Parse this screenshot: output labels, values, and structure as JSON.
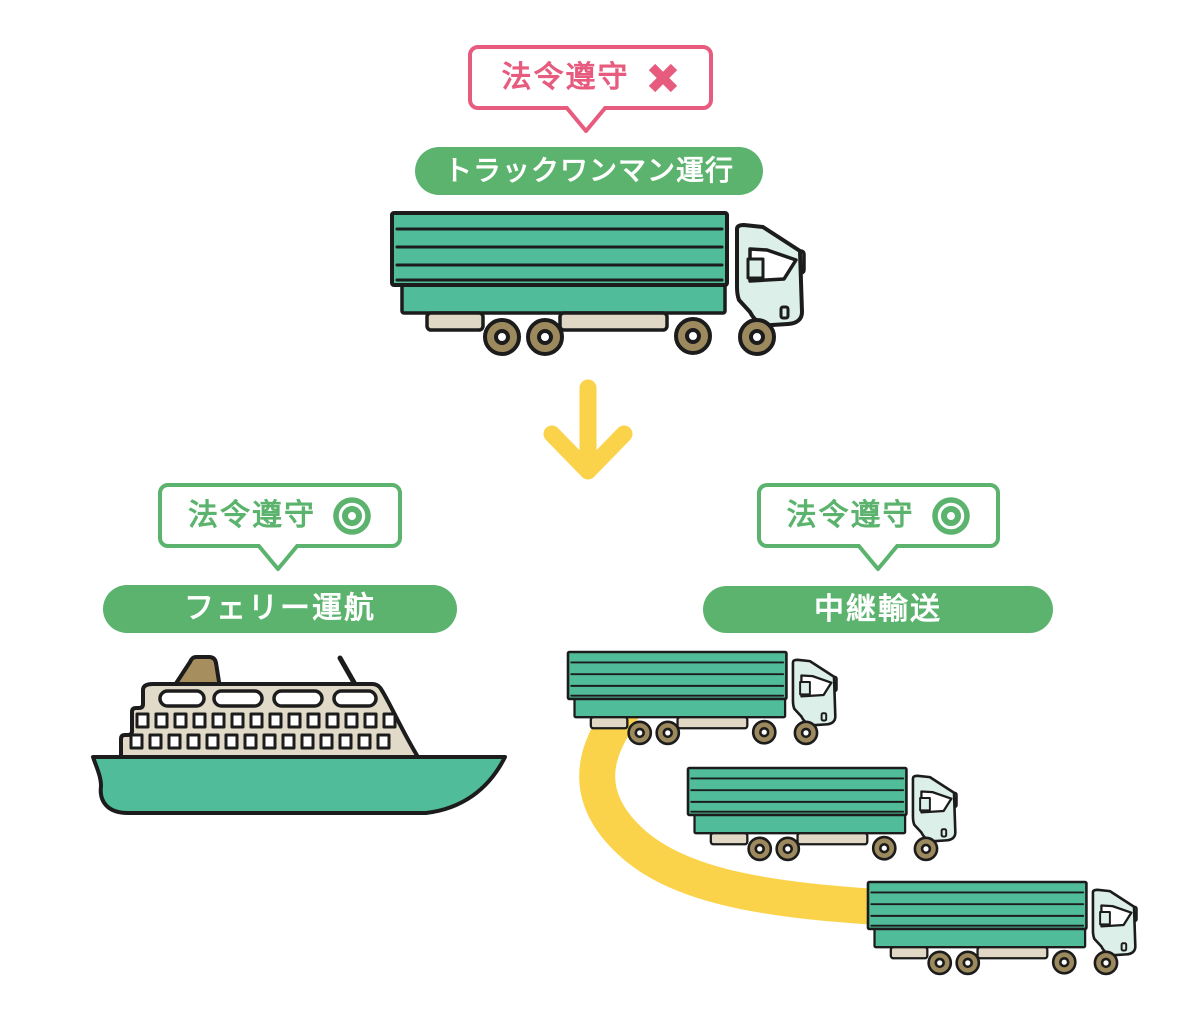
{
  "colors": {
    "pink": "#E75C7E",
    "green": "#5BB36D",
    "teal": "#50BC99",
    "yellow": "#FBD34B",
    "cab_mint": "#DCEFE8",
    "beige": "#E0D8C5",
    "wheel_brown": "#9C895E",
    "ship_beige": "#E2DAC8",
    "funnel_brown": "#A68E5F",
    "outline": "#1C1C1C"
  },
  "top": {
    "bubble_label": "法令遵守",
    "status_icon": "x-icon",
    "pill_label": "トラックワンマン運行",
    "illustration": "truck-icon"
  },
  "flow": {
    "arrow_icon": "down-arrow-icon"
  },
  "branches": {
    "left": {
      "bubble_label": "法令遵守",
      "status_icon": "double-circle-icon",
      "pill_label": "フェリー運航",
      "illustration": "ferry-icon"
    },
    "right": {
      "bubble_label": "法令遵守",
      "status_icon": "double-circle-icon",
      "pill_label": "中継輸送",
      "illustration": "relay-trucks-icon"
    }
  }
}
